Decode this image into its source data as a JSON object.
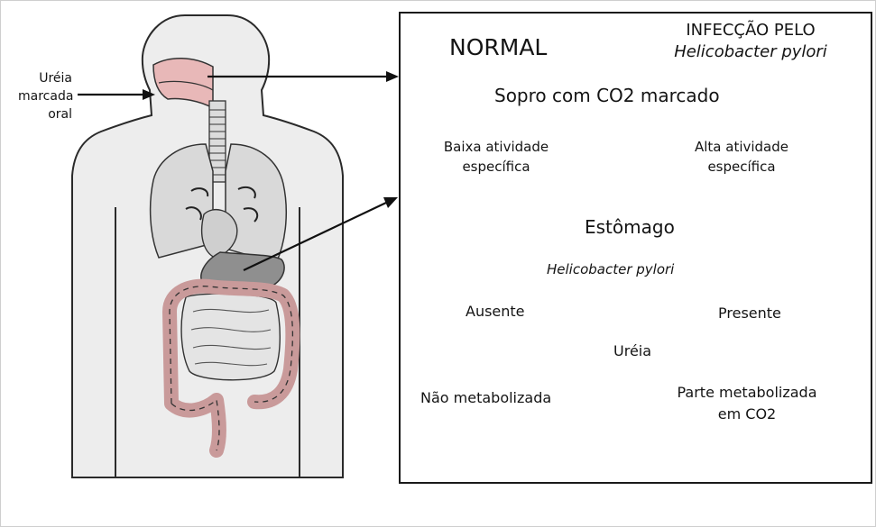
{
  "left_label": {
    "line1": "Uréia",
    "line2": "marcada",
    "line3": "oral"
  },
  "panel": {
    "normal": "NORMAL",
    "infection_line1": "INFECÇÃO PELO",
    "infection_line2": "Helicobacter pylori",
    "breath": "Sopro com CO2 marcado",
    "low_activity_1": "Baixa atividade",
    "low_activity_2": "específica",
    "high_activity_1": "Alta atividade",
    "high_activity_2": "específica",
    "stomach": "Estômago",
    "hpylori": "Helicobacter pylori",
    "absent": "Ausente",
    "present": "Presente",
    "urea": "Uréia",
    "not_metabolized": "Não metabolizada",
    "part_metabolized_1": "Parte metabolizada",
    "part_metabolized_2": "em CO2"
  }
}
